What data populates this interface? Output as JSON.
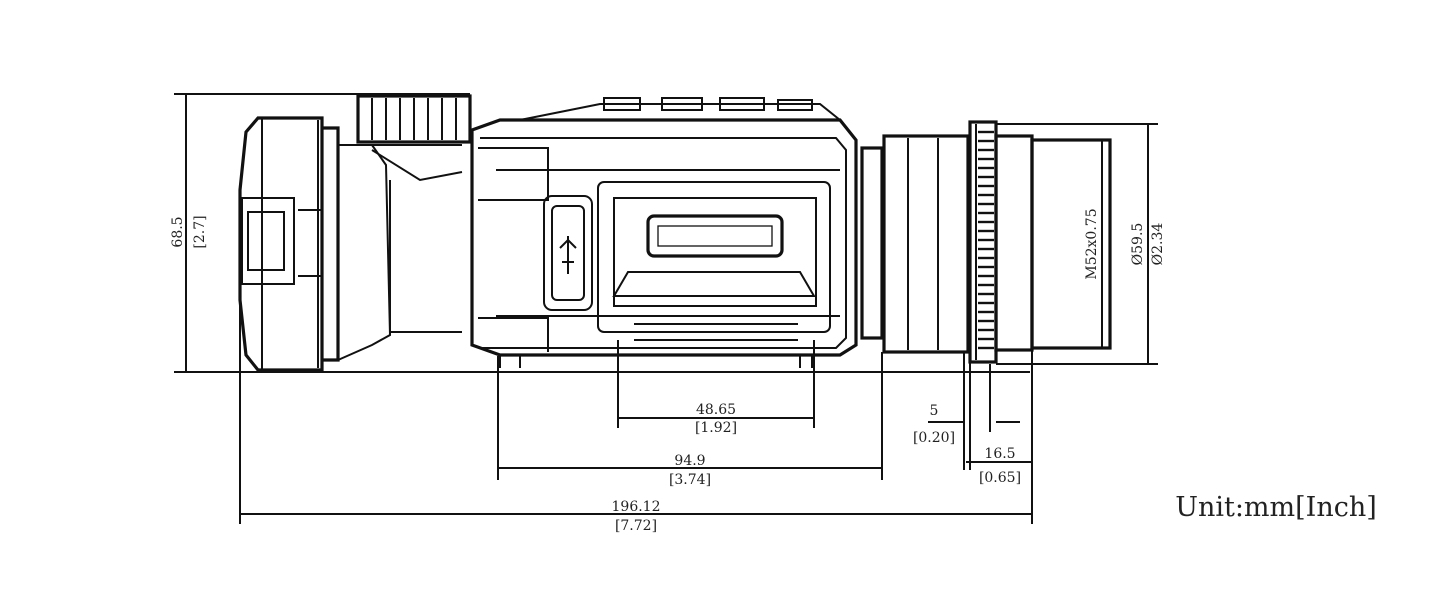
{
  "unit_label": "Unit:mm[Inch]",
  "dimensions": {
    "height_mm": "68.5",
    "height_in": "[2.7]",
    "thread": "M52x0.75",
    "lens_dia_mm": "Ø59.5",
    "lens_dia_in": "Ø2.34",
    "body_mm": "48.65",
    "body_in": "[1.92]",
    "mid_mm": "94.9",
    "mid_in": "[3.74]",
    "total_mm": "196.12",
    "total_in": "[7.72]",
    "gap_mm": "5",
    "gap_in": "[0.20]",
    "ring_mm": "16.5",
    "ring_in": "[0.65]"
  }
}
